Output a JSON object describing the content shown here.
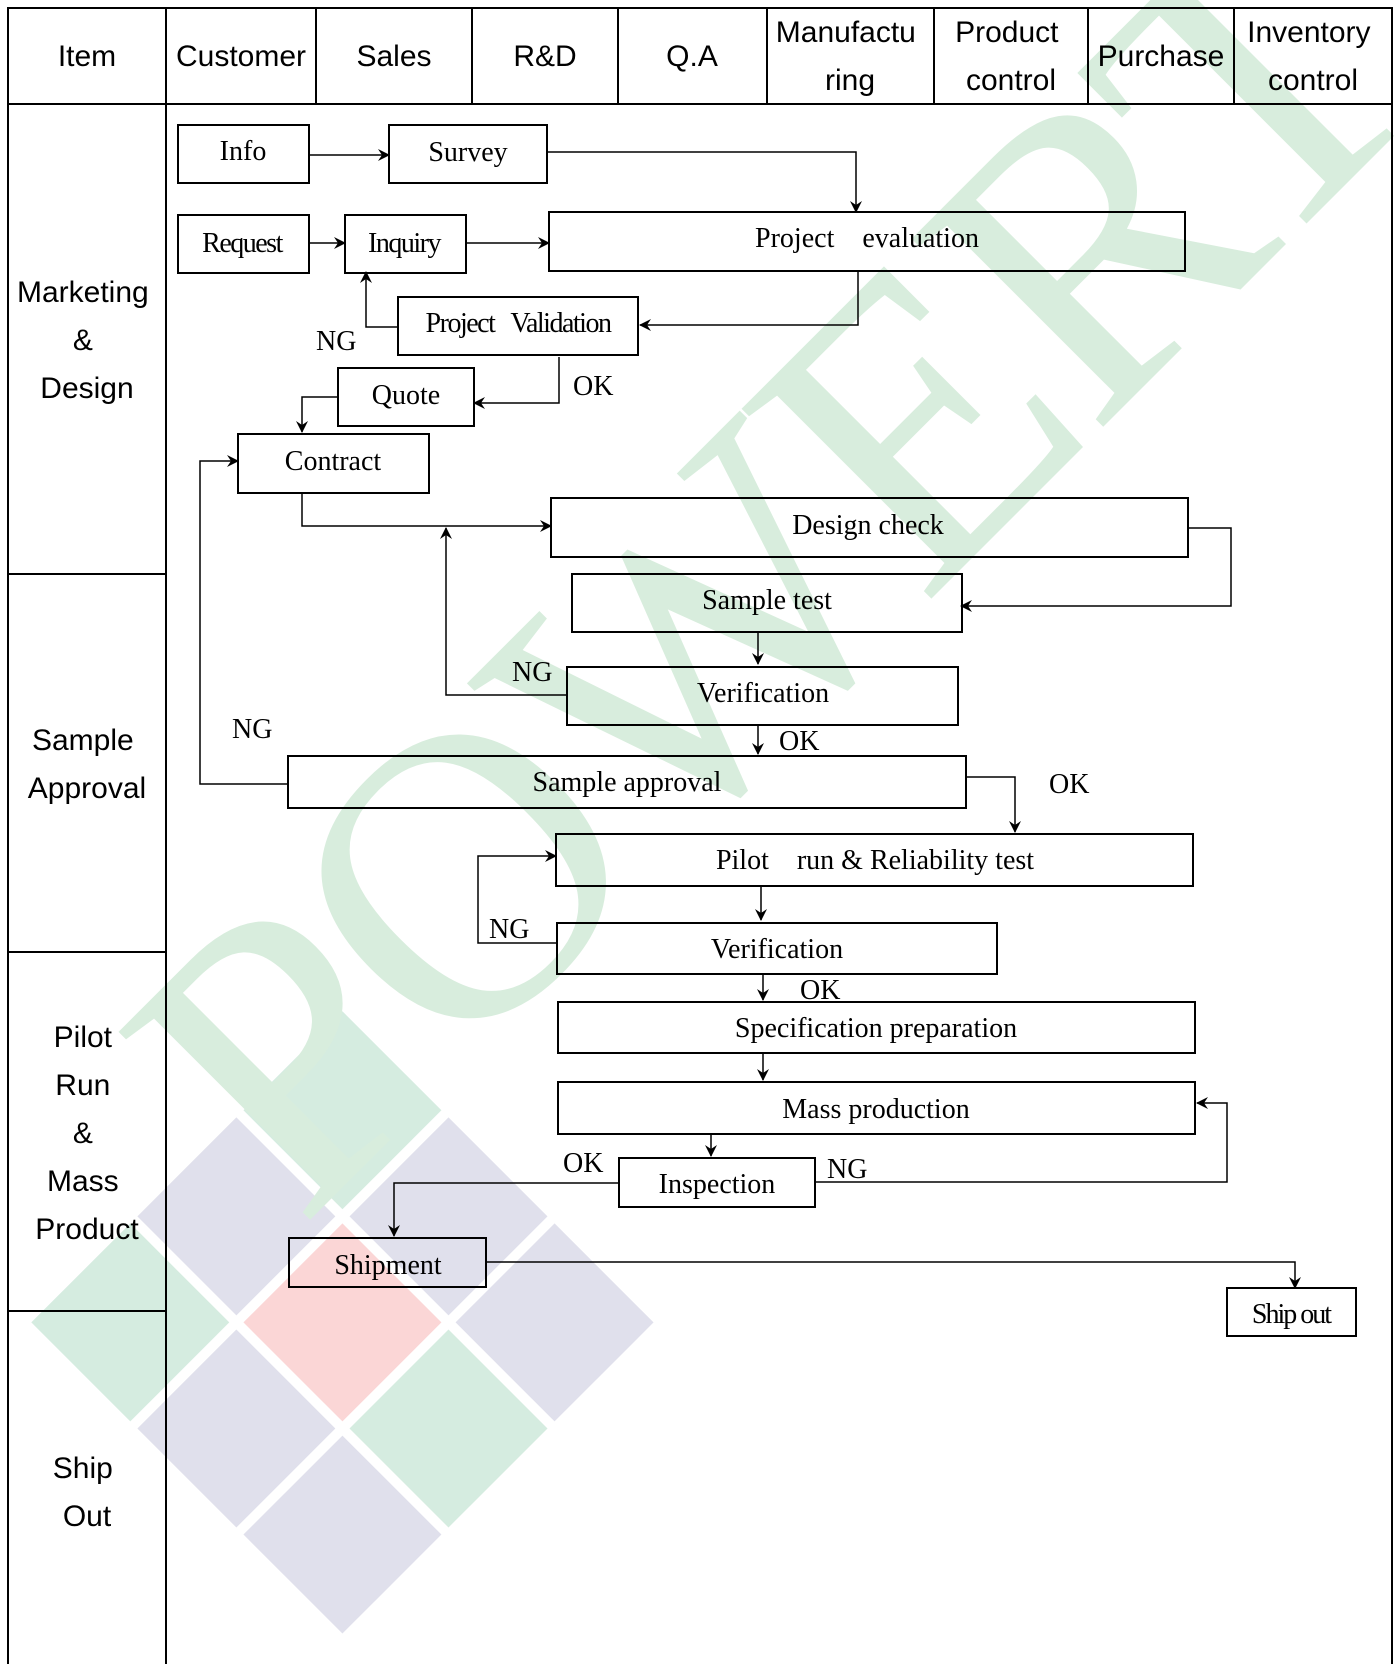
{
  "header": {
    "columns": [
      "Item",
      "Customer",
      "Sales",
      "R&D",
      "Q.A",
      "Manufactu|ring",
      "Product|control",
      "Purchase",
      "Inventory|control"
    ]
  },
  "phases": [
    {
      "id": "marketing",
      "lines": [
        "Marketing",
        "&",
        "Design"
      ]
    },
    {
      "id": "sample",
      "lines": [
        "Sample",
        "Approval"
      ]
    },
    {
      "id": "pilot",
      "lines": [
        "Pilot",
        "Run",
        "&",
        "Mass",
        "Product"
      ]
    },
    {
      "id": "ship",
      "lines": [
        "Ship",
        "Out"
      ]
    }
  ],
  "boxes": {
    "info": "Info",
    "survey": "Survey",
    "request": "Request",
    "inquiry": "Inquiry",
    "project_evaluation": "Project    evaluation",
    "project_validation": "Project   Validation",
    "quote": "Quote",
    "contract": "Contract",
    "design_check": "Design check",
    "sample_test": "Sample test",
    "verification_1": "Verification",
    "sample_approval": "Sample approval",
    "pilot_run": "Pilot    run & Reliability test",
    "verification_2": "Verification",
    "spec_prep": "Specification preparation",
    "mass_production": "Mass production",
    "inspection": "Inspection",
    "shipment": "Shipment",
    "ship_out": "Ship out"
  },
  "labels": {
    "ng_validation": "NG",
    "ok_validation": "OK",
    "ng_verification_1": "NG",
    "ok_verification_1": "OK",
    "ng_sample_approval": "NG",
    "ok_sample_approval": "OK",
    "ng_verification_2": "NG",
    "ok_verification_2": "OK",
    "ok_inspection": "OK",
    "ng_inspection": "NG"
  },
  "watermark": {
    "text": "POWERTIP",
    "green": "#2ea44f",
    "purple": "#8f8fbf",
    "red": "#f08080"
  }
}
